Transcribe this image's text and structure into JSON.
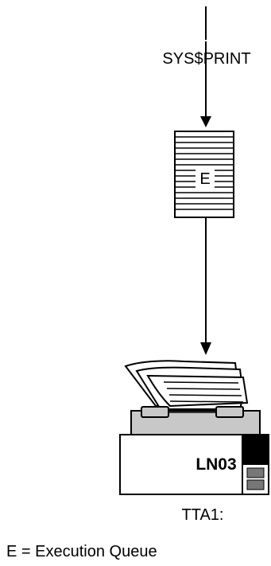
{
  "flow": {
    "input_label": "SYS$PRINT"
  },
  "queue": {
    "letter": "E"
  },
  "printer": {
    "model": "LN03",
    "device": "TTA1:"
  },
  "legend": {
    "text": "E = Execution Queue"
  }
}
